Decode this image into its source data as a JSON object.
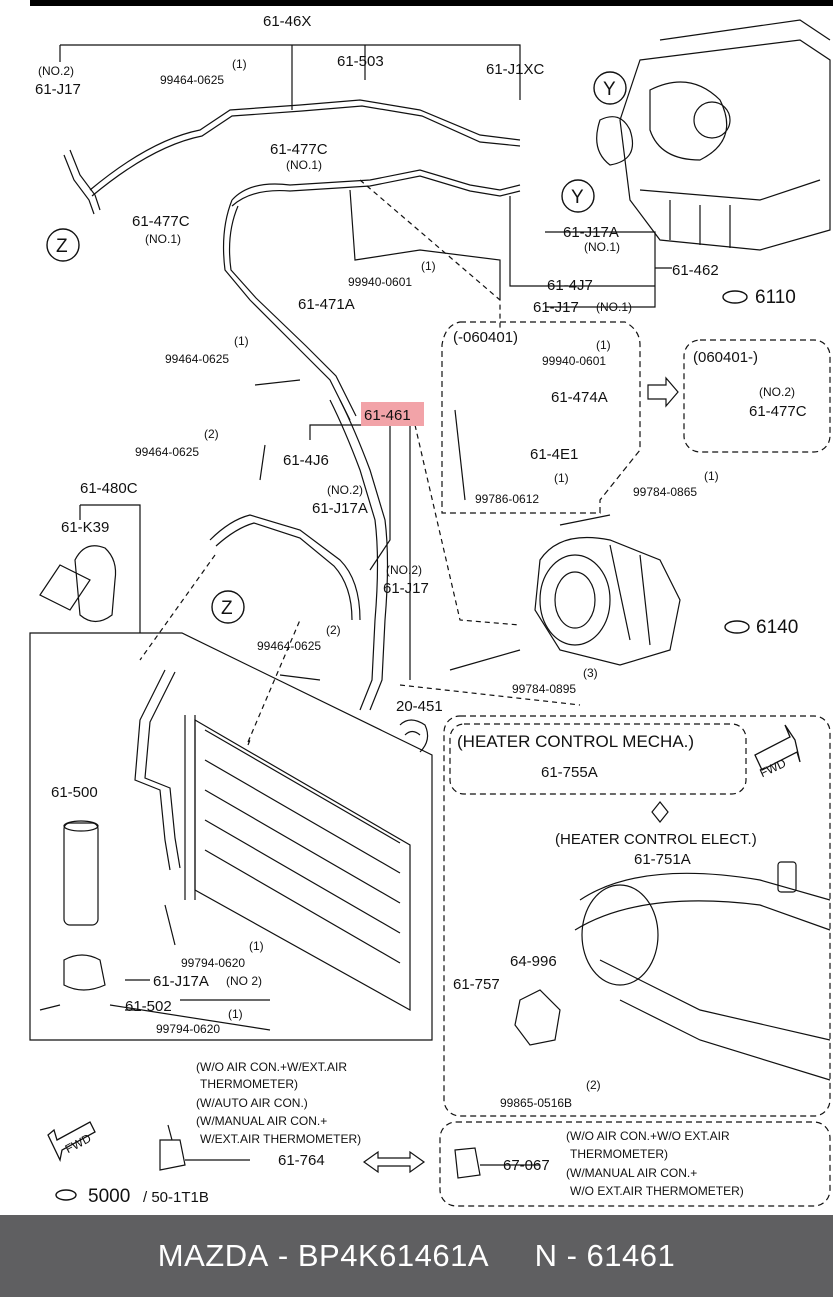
{
  "labels": {
    "p61_46X": "61-46X",
    "no2_a": "(NO.2)",
    "p61_J17_a": "61-J17",
    "q1_a": "(1)",
    "p99464_0625_a": "99464-0625",
    "p61_503": "61-503",
    "p61_J1XC": "61-J1XC",
    "p61_477C_a": "61-477C",
    "no1_a": "(NO.1)",
    "p61_477C_b": "61-477C",
    "no1_b": "(NO.1)",
    "p61_J17A_a": "61-J17A",
    "no1_c": "(NO.1)",
    "q1_b": "(1)",
    "p99940_0601_a": "99940-0601",
    "p61_471A": "61-471A",
    "p61_4J7": "61-4J7",
    "p61_462": "61-462",
    "p61_J17_b": "61-J17",
    "no1_d": "(NO.1)",
    "p6110": "6110",
    "q1_c": "(1)",
    "p99464_0625_b": "99464-0625",
    "p61_461": "61-461",
    "q2_a": "(2)",
    "p99464_0625_c": "99464-0625",
    "p61_4J6": "61-4J6",
    "no2_b": "(NO.2)",
    "p61_J17A_b": "61-J17A",
    "p61_480C": "61-480C",
    "p61_K39": "61-K39",
    "range_060401_a": "(-060401)",
    "q1_d": "(1)",
    "p99940_0601_b": "99940-0601",
    "p61_474A": "61-474A",
    "p61_4E1": "61-4E1",
    "q1_e": "(1)",
    "p99786_0612": "99786-0612",
    "range_060401_b": "(060401-)",
    "no2_c": "(NO.2)",
    "p61_477C_c": "61-477C",
    "q1_f": "(1)",
    "p99784_0865": "99784-0865",
    "no2_d": "(NO.2)",
    "p61_J17_c": "61-J17",
    "q2_b": "(2)",
    "p99464_0625_d": "99464-0625",
    "p6140": "6140",
    "q3": "(3)",
    "p99784_0895": "99784-0895",
    "p20_451": "20-451",
    "heater_mecha": "(HEATER CONTROL MECHA.)",
    "p61_755A": "61-755A",
    "heater_elect": "(HEATER CONTROL ELECT.)",
    "p61_751A": "61-751A",
    "p61_500": "61-500",
    "q1_g": "(1)",
    "p99794_0620_a": "99794-0620",
    "p61_J17A_c": "61-J17A",
    "no2_e": "(NO 2)",
    "p61_502": "61-502",
    "q1_h": "(1)",
    "p99794_0620_b": "99794-0620",
    "p64_996": "64-996",
    "p61_757": "61-757",
    "q2_c": "(2)",
    "p99865_0516B": "99865-0516B",
    "note_a1": "(W/O AIR CON.+W/EXT.AIR",
    "note_a2": "THERMOMETER)",
    "note_a3": "(W/AUTO AIR CON.)",
    "note_a4": "(W/MANUAL AIR CON.+",
    "note_a5": "W/EXT.AIR THERMOMETER)",
    "p61_764": "61-764",
    "note_b1": "(W/O AIR CON.+W/O EXT.AIR",
    "note_b2": "THERMOMETER)",
    "note_b3": "(W/MANUAL AIR CON.+",
    "note_b4": "W/O EXT.AIR THERMOMETER)",
    "p67_067": "67-067",
    "p5000": "5000",
    "p50_1T1B": "/ 50-1T1B",
    "y1": "Y",
    "y2": "Y",
    "z1": "Z",
    "z2": "Z",
    "fwd1": "FWD",
    "fwd2": "FWD"
  },
  "colors": {
    "highlight": "#f2a3a8",
    "footer_bg": "#5f5f61",
    "footer_text": "#ffffff"
  },
  "footer": {
    "brand": "MAZDA",
    "sep": " - ",
    "part_number": "BP4K61461A",
    "ref": "N - 61461"
  }
}
